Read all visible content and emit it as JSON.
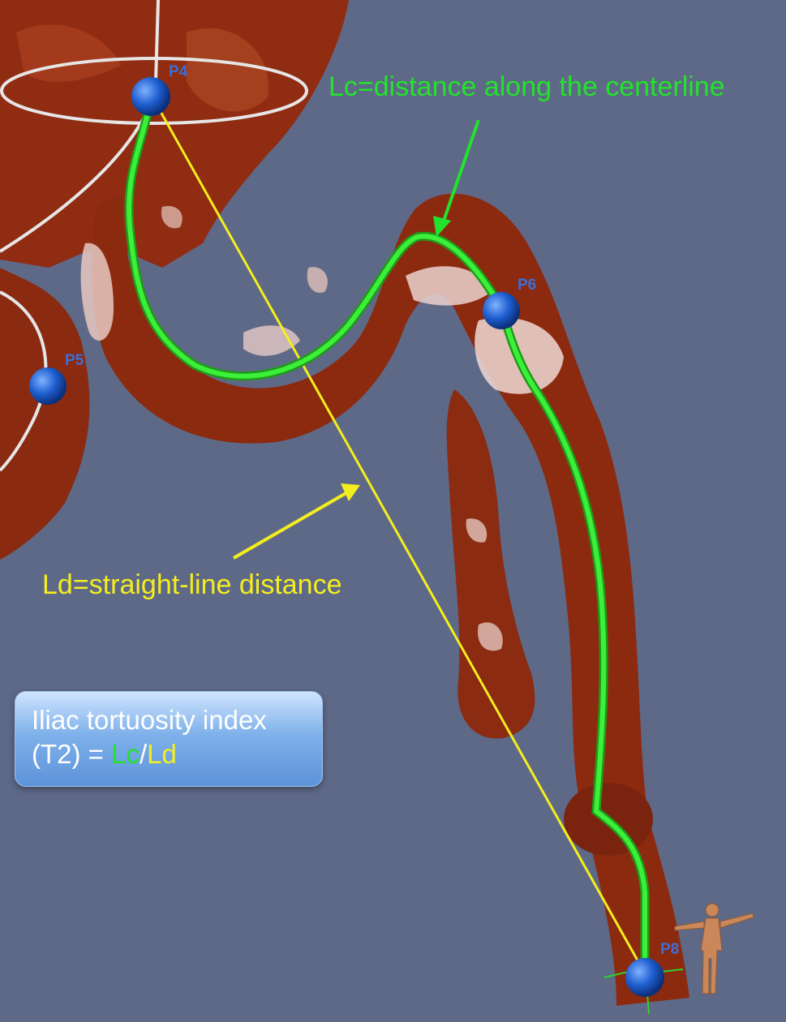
{
  "annotations": {
    "centerline_label": "Lc=distance along the centerline",
    "straight_label": "Ld=straight-line distance"
  },
  "info_box": {
    "line1": "Iliac tortuosity index",
    "line2_prefix": "(T2) = ",
    "lc": "Lc",
    "slash": "/",
    "ld": "Ld"
  },
  "points": {
    "p4": "P4",
    "p5": "P5",
    "p6": "P6",
    "p8": "P8"
  },
  "colors": {
    "background": "#5e6987",
    "vessel": "#8c2a10",
    "centerline": "#22e32b",
    "straight_line": "#f4ee1e",
    "marker": "#1f5fd0"
  }
}
